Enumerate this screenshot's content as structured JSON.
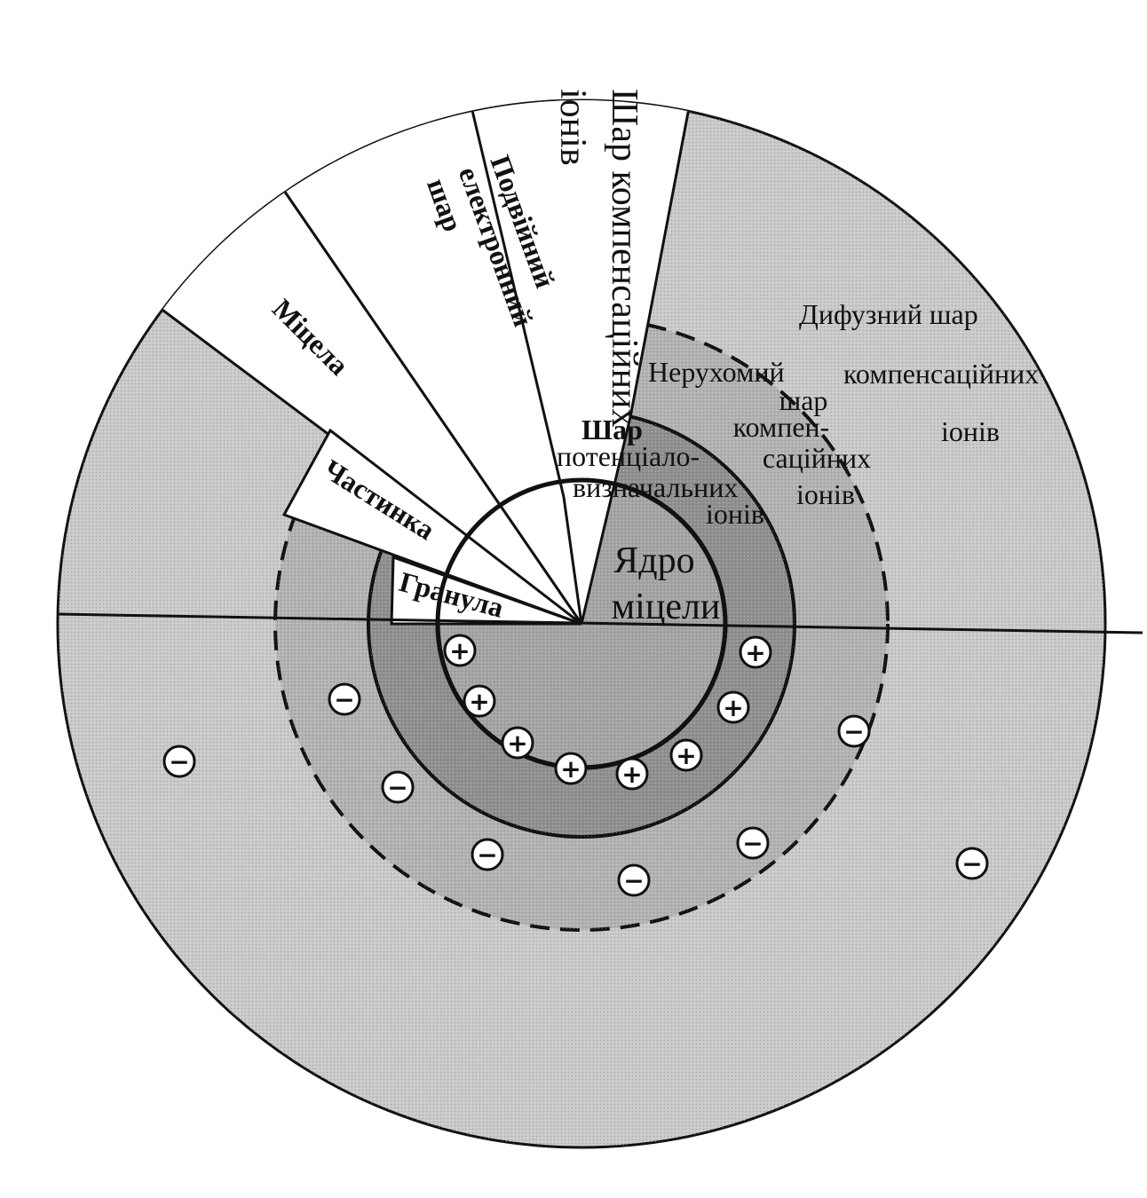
{
  "diagram": {
    "sector_labels": {
      "compensating_layer": [
        "Шар компенсаційних",
        "іонів"
      ],
      "double_layer": [
        "Подвійний",
        "електронний",
        "шар"
      ],
      "micelle": "Міцела",
      "particle": "Частинка",
      "granule": "Гранула"
    },
    "zone_labels": {
      "diffuse_layer": [
        "Дифузний шар",
        "компенсаційних",
        "іонів"
      ],
      "fixed_layer": [
        "Нерухомий",
        "шар",
        "компен-",
        "саційних",
        "іонів"
      ],
      "potential_layer": [
        "Шар",
        "потенціало-",
        "визначальних",
        "іонів"
      ],
      "core": [
        "Ядро",
        "міцели"
      ]
    },
    "ion_signs": {
      "positive": "+",
      "negative": "−"
    },
    "colors": {
      "shade_outer": "#c9c9c9",
      "shade_mid": "#a9a9a9",
      "shade_inner": "#8f8f8f",
      "core": "#a4a4a4",
      "white_sector": "#ffffff",
      "line": "#111111"
    }
  }
}
